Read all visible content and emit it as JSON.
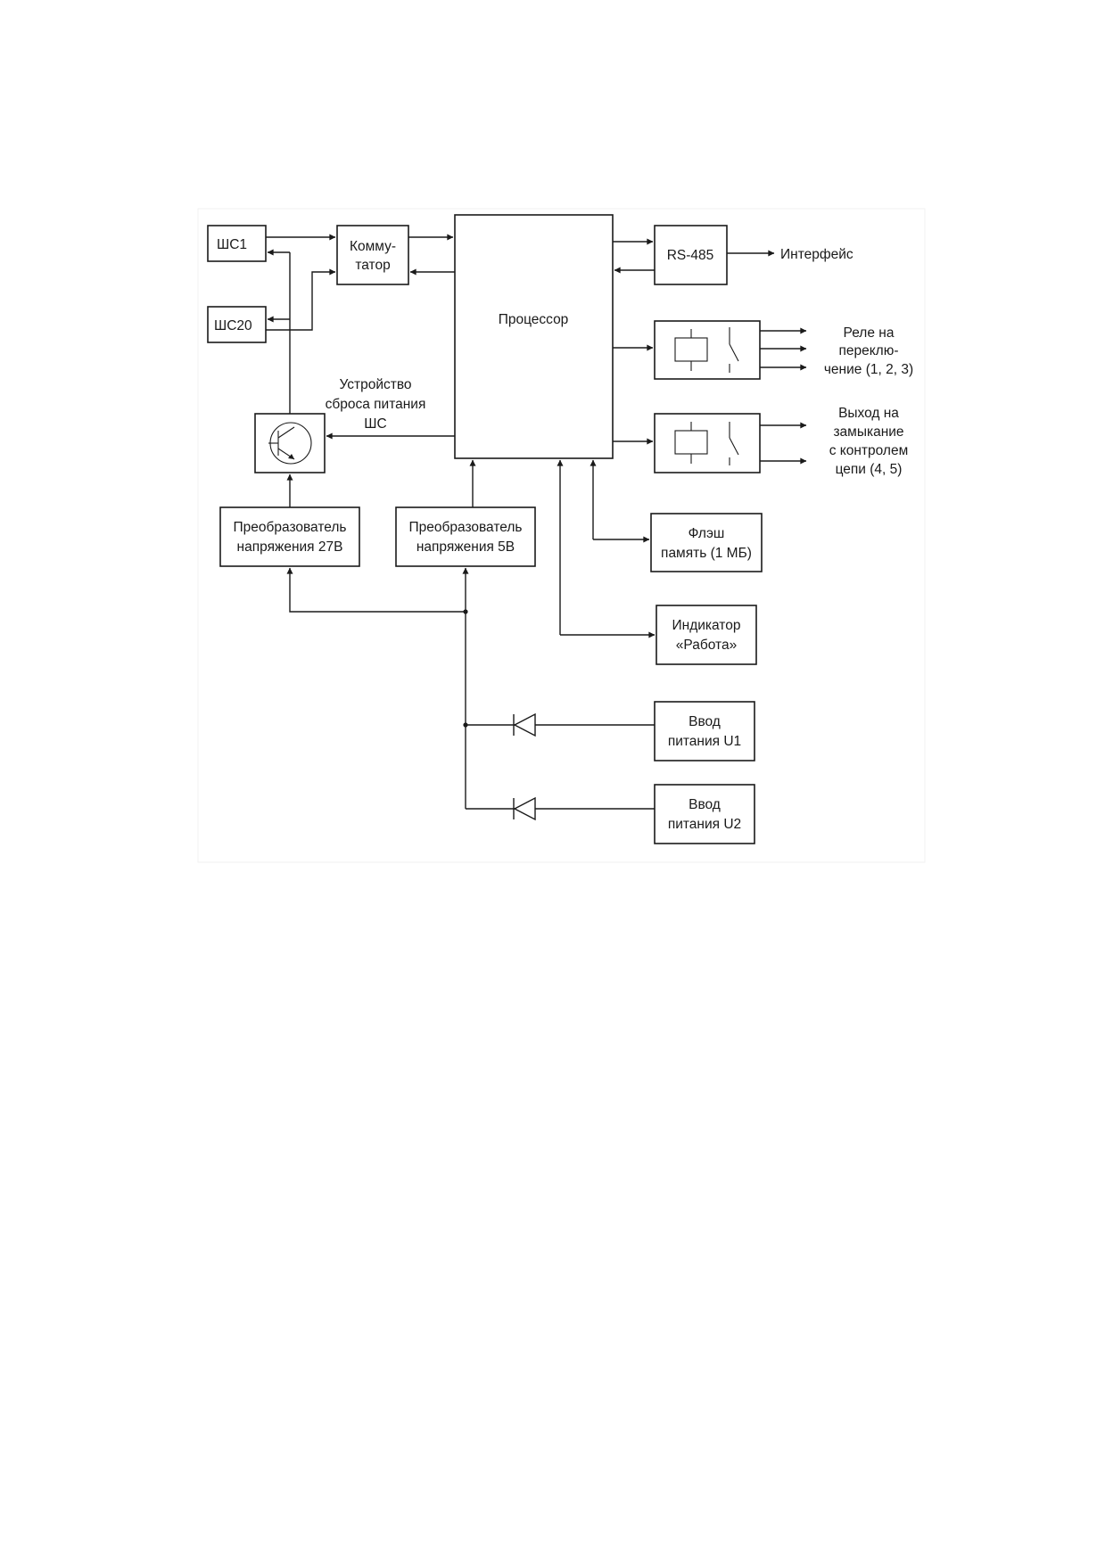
{
  "blocks": {
    "shs1": "ШС1",
    "shs20": "ШС20",
    "commutator": [
      "Комму-",
      "татор"
    ],
    "processor": "Процессор",
    "rs485": "RS-485",
    "converter27": [
      "Преобразователь",
      "напряжения 27В"
    ],
    "converter5": [
      "Преобразователь",
      "напряжения 5В"
    ],
    "flash": [
      "Флэш",
      "память (1 МБ)"
    ],
    "indicator": [
      "Индикатор",
      "«Работа»"
    ],
    "power_u1": [
      "Ввод",
      "питания U1"
    ],
    "power_u2": [
      "Ввод",
      "питания U2"
    ]
  },
  "labels": {
    "interface": "Интерфейс",
    "reset_device": [
      "Устройство",
      "сброса питания",
      "ШС"
    ],
    "relay_switch": [
      "Реле на",
      "переклю-",
      "чение (1, 2, 3)"
    ],
    "closure_output": [
      "Выход на",
      "замыкание",
      "с контролем",
      "цепи (4, 5)"
    ]
  }
}
